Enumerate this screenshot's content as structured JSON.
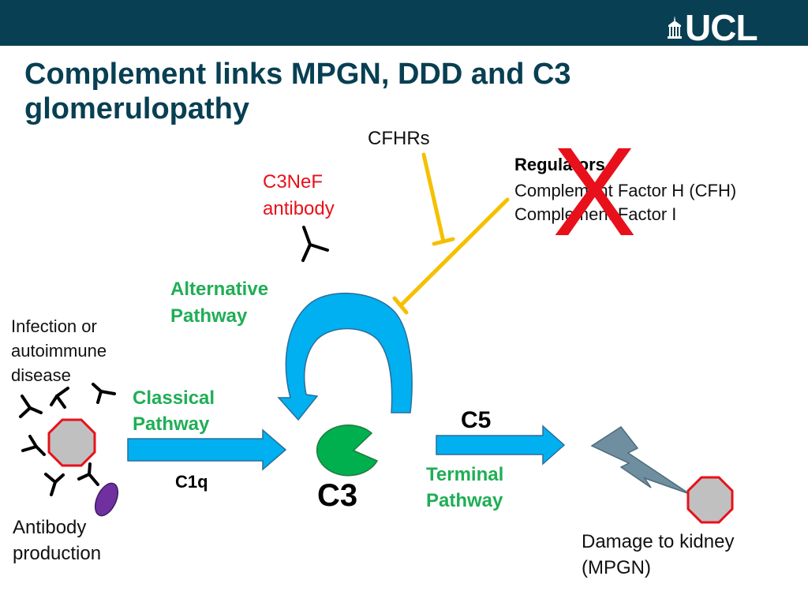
{
  "header": {
    "logo_text": "UCL",
    "bar_color": "#083f52"
  },
  "title": "Complement links MPGN, DDD and C3 glomerulopathy",
  "labels": {
    "cfhrs": "CFHRs",
    "regulators_heading": "Regulators",
    "regulator_1": "Complement Factor H (CFH)",
    "regulator_2": "Complement Factor I",
    "c3nef_line1": "C3NeF",
    "c3nef_line2": "antibody",
    "alt_line1": "Alternative",
    "alt_line2": "Pathway",
    "infection_line1": "Infection or",
    "infection_line2": "autoimmune",
    "infection_line3": "disease",
    "classical_line1": "Classical",
    "classical_line2": "Pathway",
    "c1q": "C1q",
    "c3": "C3",
    "c5": "C5",
    "terminal_line1": "Terminal",
    "terminal_line2": "Pathway",
    "antibody_prod_line1": "Antibody",
    "antibody_prod_line2": "production",
    "damage_line1": "Damage to kidney",
    "damage_line2": "(MPGN)",
    "cross_mark": "X"
  },
  "colors": {
    "arrow_blue": "#00b0f0",
    "arrow_outline": "#2b6e99",
    "inhibitor_yellow": "#f5c000",
    "c3_green": "#00b04f",
    "cell_fill": "#c0c0c0",
    "cell_outline": "#e8101a",
    "plasma_cell": "#7030a0",
    "lightning": "#6f8fa0",
    "cross_red": "#e8101a"
  }
}
